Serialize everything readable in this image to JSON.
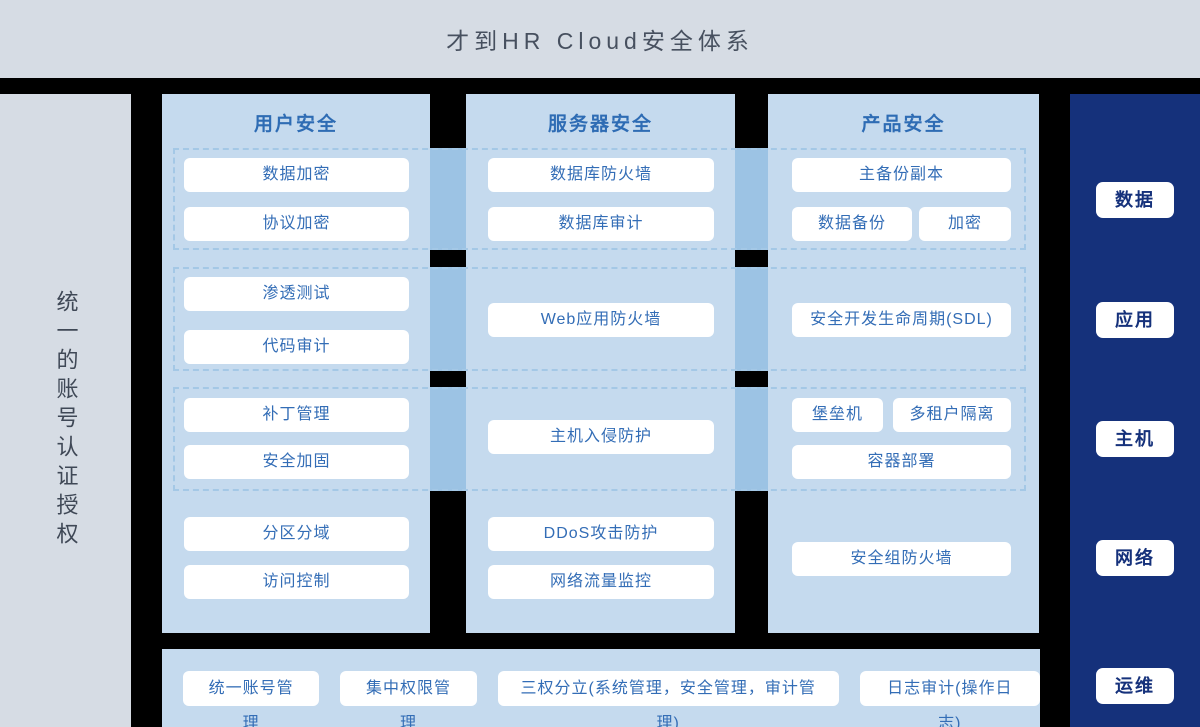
{
  "title": "才到HR Cloud安全体系",
  "left_panel": {
    "label": "统一的账号认证授权"
  },
  "columns": [
    {
      "header": "用户安全",
      "row1": [
        "数据加密",
        "协议加密"
      ],
      "row2": [
        "渗透测试",
        "代码审计"
      ],
      "row3": [
        "补丁管理",
        "安全加固"
      ],
      "row4": [
        "分区分域",
        "访问控制"
      ]
    },
    {
      "header": "服务器安全",
      "row1": [
        "数据库防火墙",
        "数据库审计"
      ],
      "row2": [
        "Web应用防火墙"
      ],
      "row3": [
        "主机入侵防护"
      ],
      "row4": [
        "DDoS攻击防护",
        "网络流量监控"
      ]
    },
    {
      "header": "产品安全",
      "row1": [
        "主备份副本",
        "数据备份",
        "加密"
      ],
      "row2": [
        "安全开发生命周期(SDL)"
      ],
      "row3": [
        "堡垒机",
        "多租户隔离",
        "容器部署"
      ],
      "row4": [
        "安全组防火墙"
      ]
    }
  ],
  "right_panel": {
    "items": [
      "数据",
      "应用",
      "主机",
      "网络",
      "运维"
    ]
  },
  "bottom_bar": {
    "items": [
      "统一账号管理",
      "集中权限管理",
      "三权分立(系统管理，安全管理，审计管理)",
      "日志审计(操作日志)"
    ]
  },
  "colors": {
    "background": "#000000",
    "band_gray_blue": "#d6dce4",
    "column_blue": "#c5daee",
    "connector_blue": "#9cc3e4",
    "dashed_border": "#a4c8e6",
    "chip_text_blue": "#336db6",
    "header_text_blue": "#2e6cb4",
    "navy": "#15317b",
    "title_text": "#47505f"
  }
}
